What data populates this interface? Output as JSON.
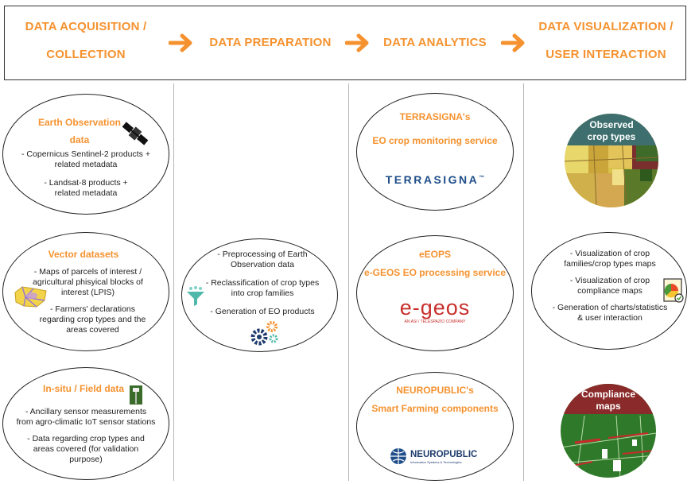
{
  "header": {
    "stage1_line1": "DATA ACQUISITION /",
    "stage1_line2": "COLLECTION",
    "stage2": "DATA PREPARATION",
    "stage3": "DATA ANALYTICS",
    "stage4_line1": "DATA VISUALIZATION /",
    "stage4_line2": "USER INTERACTION"
  },
  "acquisition": {
    "eo": {
      "title_line1": "Earth Observation",
      "title_line2": "data",
      "item1_line1": "- Copernicus Sentinel-2 products +",
      "item1_line2": "related metadata",
      "item2_line1": "- Landsat-8 products +",
      "item2_line2": "related metadata"
    },
    "vector": {
      "title": "Vector datasets",
      "item1_line1": "- Maps of parcels of interest /",
      "item1_line2": "agricultural phisyical blocks of",
      "item1_line3": "interest (LPIS)",
      "item2_line1": "- Farmers' declarations",
      "item2_line2": "regarding crop types and the",
      "item2_line3": "areas covered"
    },
    "insitu": {
      "title": "In-situ / Field data",
      "item1_line1": "- Ancillary sensor measurements",
      "item1_line2": "from agro-climatic IoT sensor stations",
      "item2_line1": "- Data regarding crop types and",
      "item2_line2": "areas covered (for validation",
      "item2_line3": "purpose)"
    }
  },
  "preparation": {
    "item1_line1": "- Preprocessing of Earth",
    "item1_line2": "Observation data",
    "item2_line1": "- Reclassification of crop types",
    "item2_line2": "into crop families",
    "item3": "- Generation of EO products"
  },
  "analytics": {
    "terrasigna": {
      "title_line1": "TERRASIGNA's",
      "title_line2": "EO crop monitoring service",
      "logo": "TERRASIGNA",
      "logo_tm": "™"
    },
    "egeos": {
      "title_line1": "eEOPS",
      "title_line2": "e-GEOS EO processing service",
      "logo": "e-geos",
      "logo_sub": "AN ASI / TELESPAZIO COMPANY"
    },
    "neuropublic": {
      "title_line1": "NEUROPUBLIC's",
      "title_line2": "Smart Farming components",
      "logo": "NEUROPUBLIC",
      "logo_sub": "Information Systems & Technologies"
    }
  },
  "visualization": {
    "observed_line1": "Observed",
    "observed_line2": "crop types",
    "item1_line1": "- Visualization of crop",
    "item1_line2": "families/crop types maps",
    "item2_line1": "- Visualization of crop",
    "item2_line2": "compliance maps",
    "item3_line1": "- Generation of charts/statistics",
    "item3_line2": "& user interaction",
    "compliance_line1": "Compliance",
    "compliance_line2": "maps"
  },
  "icons": {
    "arrow": "arrow-right-icon",
    "satellite": "satellite-icon",
    "map": "parcel-map-icon",
    "sensor": "sensor-station-icon",
    "filter": "funnel-filter-icon",
    "gears": "gears-icon",
    "chart": "chart-report-icon"
  },
  "colors": {
    "accent": "#f5922f",
    "circle_header": "#3e6e6e",
    "compliance_header": "#8a2a2a"
  }
}
